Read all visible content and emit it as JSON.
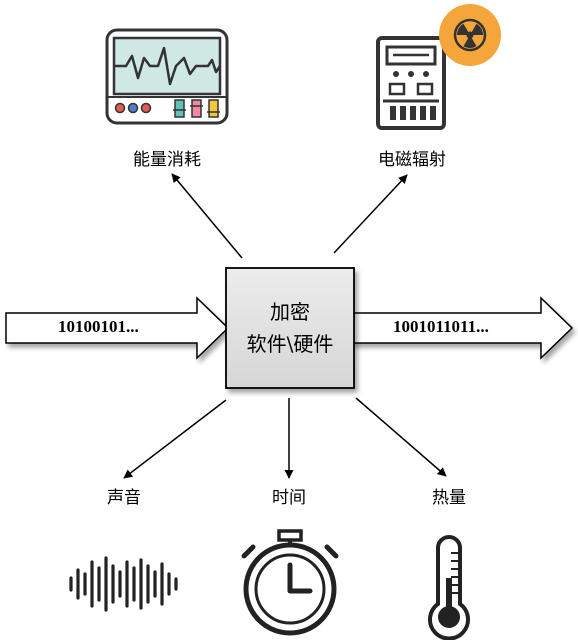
{
  "center": {
    "line1": "加密",
    "line2": "软件\\硬件"
  },
  "input_bits": "10100101...",
  "output_bits": "1001011011...",
  "leakages": {
    "power": "能量消耗",
    "em": "电磁辐射",
    "sound": "声音",
    "time": "时间",
    "heat": "热量"
  },
  "icons": {
    "power": "oscilloscope-icon",
    "em": "meter-device-icon",
    "radiation": "radiation-icon",
    "sound": "sound-wave-icon",
    "time": "stopwatch-icon",
    "heat": "thermometer-icon"
  },
  "colors": {
    "box_fill": "#e2e2e2",
    "radiation_badge": "#f4a63a",
    "monitor_screen": "#cfe8e3",
    "button_red": "#e45b4f",
    "button_blue": "#4f7ec6",
    "knob_teal": "#62c3b5",
    "knob_pink": "#f08aa0",
    "knob_yellow": "#f3c53b"
  }
}
